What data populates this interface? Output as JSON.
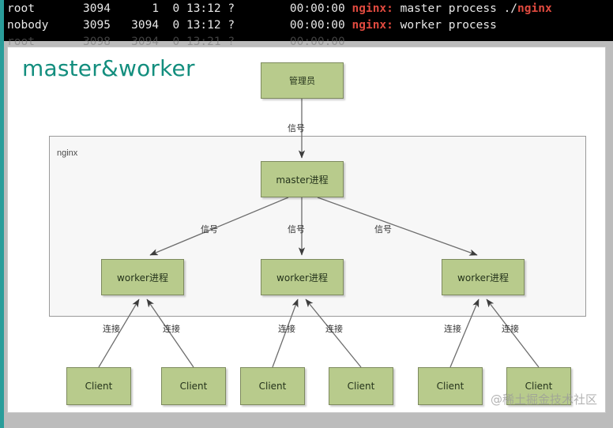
{
  "terminal": {
    "lines": [
      {
        "user": "root",
        "pid": "3094",
        "ppid": "1",
        "c": "0",
        "stime": "13:12",
        "tty": "?",
        "time": "00:00:00",
        "cmd_prefix": "nginx: ",
        "cmd_rest": "master process ./",
        "cmd_suffix": "nginx"
      },
      {
        "user": "nobody",
        "pid": "3095",
        "ppid": "3094",
        "c": "0",
        "stime": "13:12",
        "tty": "?",
        "time": "00:00:00",
        "cmd_prefix": "nginx: ",
        "cmd_rest": "worker process",
        "cmd_suffix": ""
      }
    ],
    "line1_text": "root       3094      1  0 13:12 ?        00:00:00 ",
    "line1_red": "nginx:",
    "line1_tail": " master process ./",
    "line1_red2": "nginx",
    "line2_text": "nobody     3095   3094  0 13:12 ?        00:00:00 ",
    "line2_red": "nginx:",
    "line2_tail": " worker process",
    "line3_text": "root       3098   3094  0 13:21 ?        00:00:00 ",
    "background": "#000000",
    "foreground": "#e8e8e8",
    "accent": "#e04a3f"
  },
  "slide": {
    "title": "master&worker",
    "title_color": "#138e7e",
    "container_label": "nginx",
    "watermark": "@稀土掘金技术社区",
    "node_fill": "#b8cb8c",
    "node_stroke": "#7d8a5e"
  },
  "diagram": {
    "nodes": {
      "admin": "管理员",
      "master": "master进程",
      "worker1": "worker进程",
      "worker2": "worker进程",
      "worker3": "worker进程",
      "client1": "Client",
      "client2": "Client",
      "client3": "Client",
      "client4": "Client",
      "client5": "Client",
      "client6": "Client"
    },
    "edge_labels": {
      "admin_to_master": "信号",
      "master_to_worker1": "信号",
      "master_to_worker2": "信号",
      "master_to_worker3": "信号",
      "client1_to_worker1": "连接",
      "client2_to_worker1": "连接",
      "client3_to_worker2": "连接",
      "client4_to_worker2": "连接",
      "client5_to_worker3": "连接",
      "client6_to_worker3": "连接"
    }
  }
}
